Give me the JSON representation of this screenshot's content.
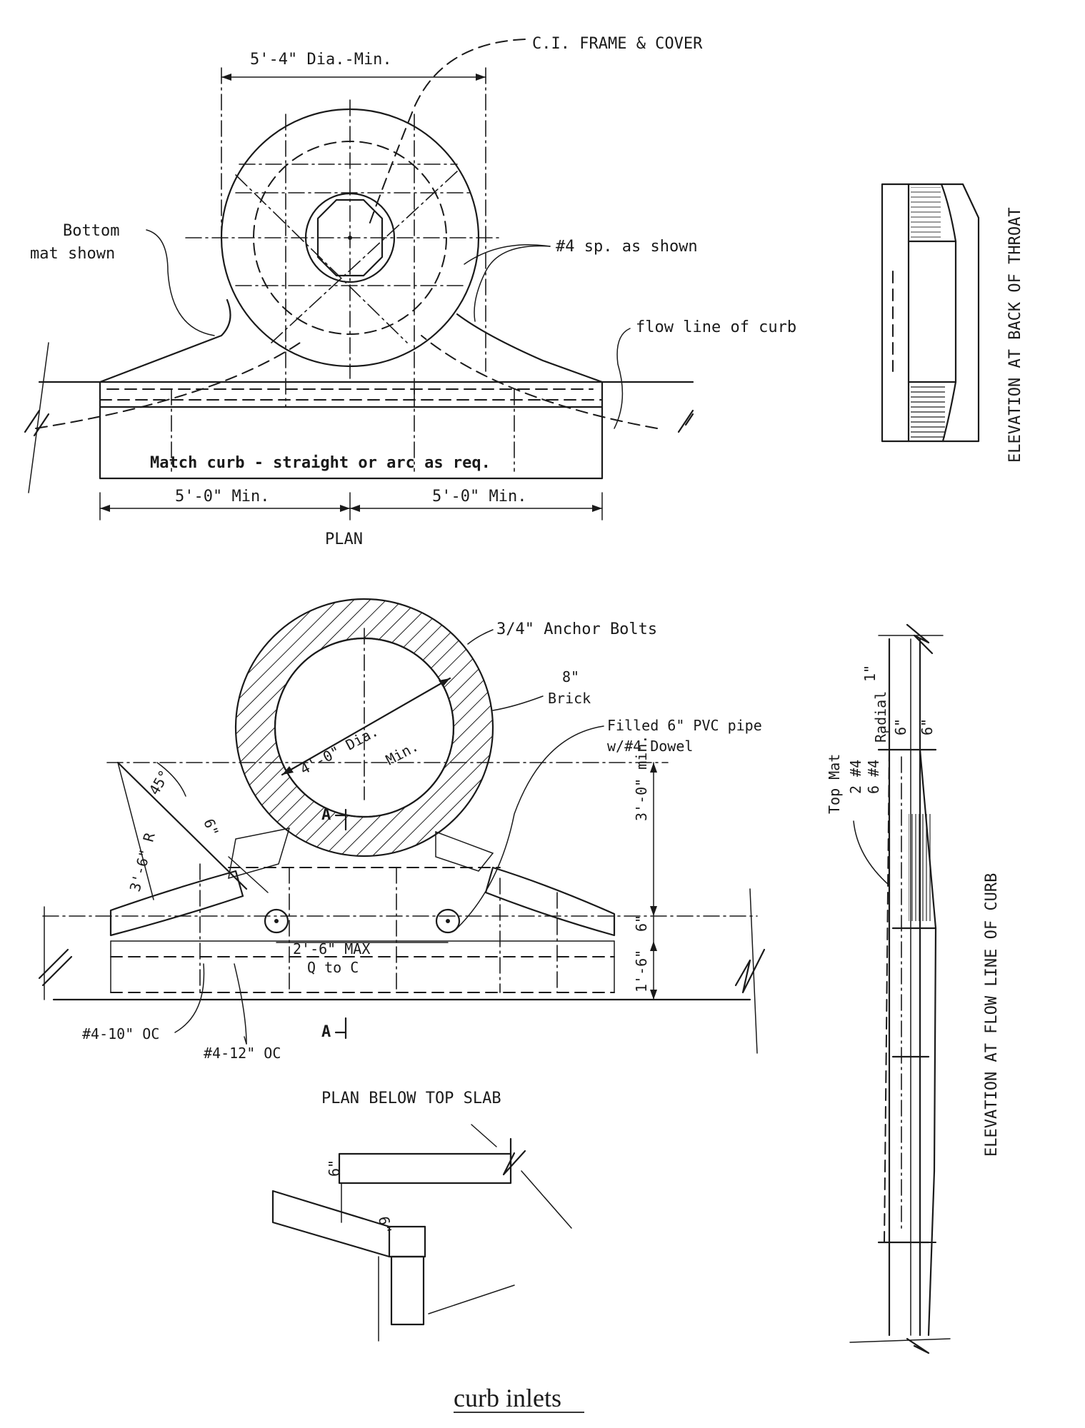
{
  "caption": "curb inlets",
  "plan": {
    "view_title": "PLAN",
    "frame_dim": "5'-4\" Dia.-Min.",
    "frame_note": "C.I. FRAME & COVER",
    "bottom_mat_line1": "Bottom",
    "bottom_mat_line2": "mat shown",
    "bars_note": "#4 sp. as shown",
    "flow_line": "flow line of curb",
    "match_curb": "Match curb - straight or arc as req.",
    "left_min": "5'-0\" Min.",
    "right_min": "5'-0\" Min."
  },
  "plan_below": {
    "view_title": "PLAN BELOW TOP SLAB",
    "anchor_bolts": "3/4\" Anchor Bolts",
    "brick_line1": "8\"",
    "brick_line2": "Brick",
    "pvc_line1": "Filled 6\" PVC pipe",
    "pvc_line2": "w/#4 Dowel",
    "dia_line1": "4'-0\" Dia.",
    "dia_line2": "Min.",
    "radius": "3'-6\" R",
    "angle": "45°",
    "six_in": "6\"",
    "section_top": "A",
    "section_bottom": "A",
    "spacing_line1": "2'-6\" MAX",
    "spacing_line2": "Q to C",
    "dim_3ft": "3'-0\" min.",
    "dim_6in": "6\"",
    "dim_1ft6": "1'-6\"",
    "bar_10": "#4-10\" OC",
    "bar_12": "#4-12\" OC"
  },
  "detail": {
    "six_a": "6\"",
    "six_b": "6\""
  },
  "elev_throat": {
    "title": "ELEVATION AT BACK OF THROAT"
  },
  "elev_curb": {
    "title": "ELEVATION AT FLOW LINE OF CURB",
    "one_in": "1\"",
    "radial": "Radial",
    "six_a": "6\"",
    "six_b": "6\"",
    "top_mat": "Top Mat",
    "two_bars": "2 #4",
    "six_bars": "6 #4"
  }
}
